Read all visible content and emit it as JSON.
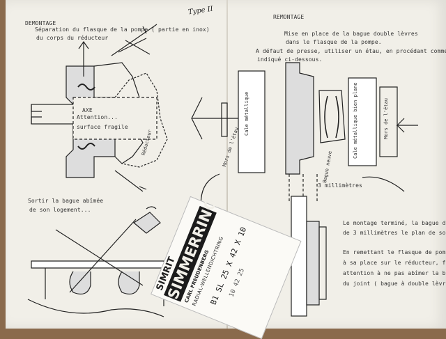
{
  "left": {
    "title": "DEMONTAGE",
    "line1": "Séparation du flasque de la pompe ( partie en inox)",
    "line2": "du corps du réducteur",
    "axe_label": "AXE",
    "attention": "Attention...",
    "surface": "surface fragile",
    "reducteur": "Réducteur",
    "sortir1": "Sortir la bague abîmée",
    "sortir2": "de son logement..."
  },
  "handwritten": {
    "type": "Type II"
  },
  "right": {
    "title": "REMONTAGE",
    "line1": "Mise en place de la bague double lèvres",
    "line2": "dans le flasque de la pompe.",
    "line3": "A défaut de presse, utiliser un étau, en procédant comme",
    "line4": "indiqué ci-dessous.",
    "cale1": "Cale métallique",
    "mors1": "Mors de l'étau",
    "bague_neuve": "Bague neuve",
    "cale2": "Cale métallique bien plane",
    "mors2": "Mors de l'étau",
    "millimetres": "3 millimètres",
    "p1a": "Le montage terminé, la bague dé",
    "p1b": "de 3 millimètres le plan de son",
    "p2a": "En remettant le flasque de pomp",
    "p2b": "à sa place sur le réducteur, f",
    "p2c": "attention à ne pas abîmer la b",
    "p2d": "du joint ( bague à double lèvr"
  },
  "stamp": {
    "brand1": "SIMRIT",
    "brand2": "SIMMERRING",
    "maker": "CARL FREUDENBERG",
    "sub": "RADIAL-WELLENDICHTRING",
    "code": "B1 SL 25 X 42 X 10",
    "nums": "10 42 25"
  }
}
